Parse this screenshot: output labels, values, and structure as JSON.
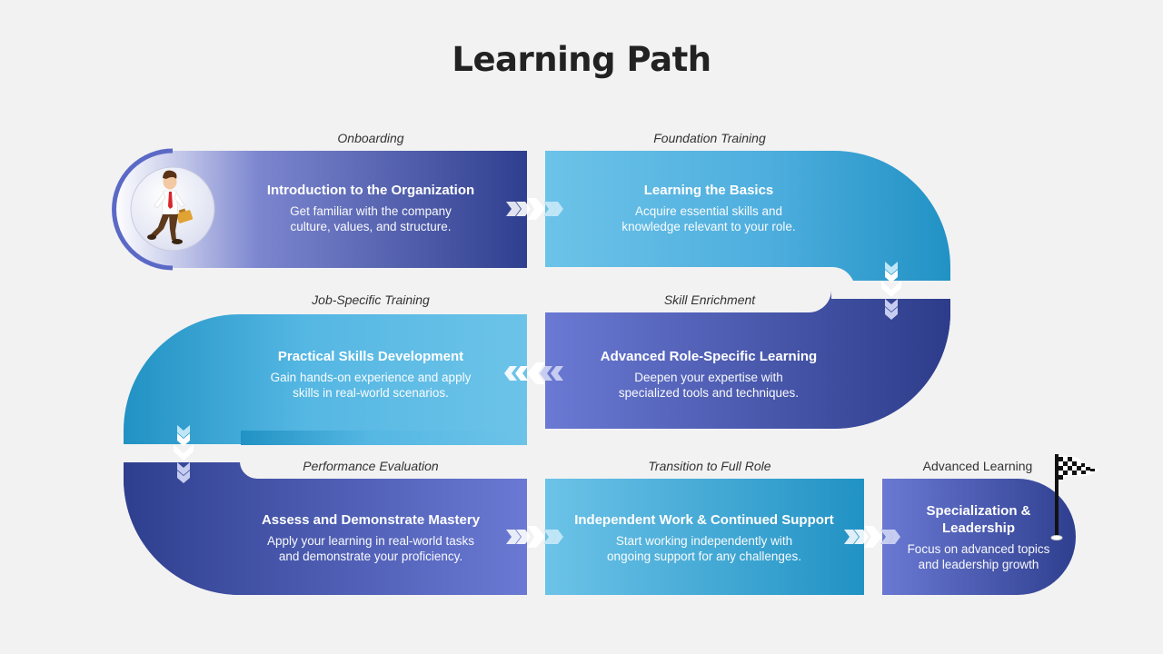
{
  "title": "Learning Path",
  "stages": [
    {
      "label": "Onboarding",
      "title": "Introduction to the Organization",
      "desc1": "Get familiar with the company",
      "desc2": "culture, values, and structure."
    },
    {
      "label": "Foundation Training",
      "title": "Learning the Basics",
      "desc1": "Acquire essential skills and",
      "desc2": "knowledge relevant to your role."
    },
    {
      "label": "Skill Enrichment",
      "title": "Advanced Role-Specific Learning",
      "desc1": "Deepen your expertise with",
      "desc2": "specialized tools and techniques."
    },
    {
      "label": "Job-Specific Training",
      "title": "Practical Skills Development",
      "desc1": "Gain hands-on experience and apply",
      "desc2": "skills in real-world scenarios."
    },
    {
      "label": "Performance Evaluation",
      "title": "Assess and Demonstrate Mastery",
      "desc1": "Apply your learning in real-world tasks",
      "desc2": "and demonstrate your proficiency."
    },
    {
      "label": "Transition to Full Role",
      "title": "Independent Work & Continued Support",
      "desc1": "Start working independently with",
      "desc2": "ongoing support for any challenges."
    },
    {
      "label": "Advanced Learning",
      "title1": "Specialization &",
      "title2": "Leadership",
      "desc1": "Focus on advanced topics",
      "desc2": "and leadership growth"
    }
  ],
  "icons": {
    "start": "walking-businessman-icon",
    "end": "checkered-flag-icon",
    "connector": "chevron-arrows-icon"
  },
  "colors": {
    "dark_blue": "#2f3f8f",
    "mid_blue": "#6a79d3",
    "light_blue": "#6cc3e8",
    "teal": "#2192c4"
  }
}
